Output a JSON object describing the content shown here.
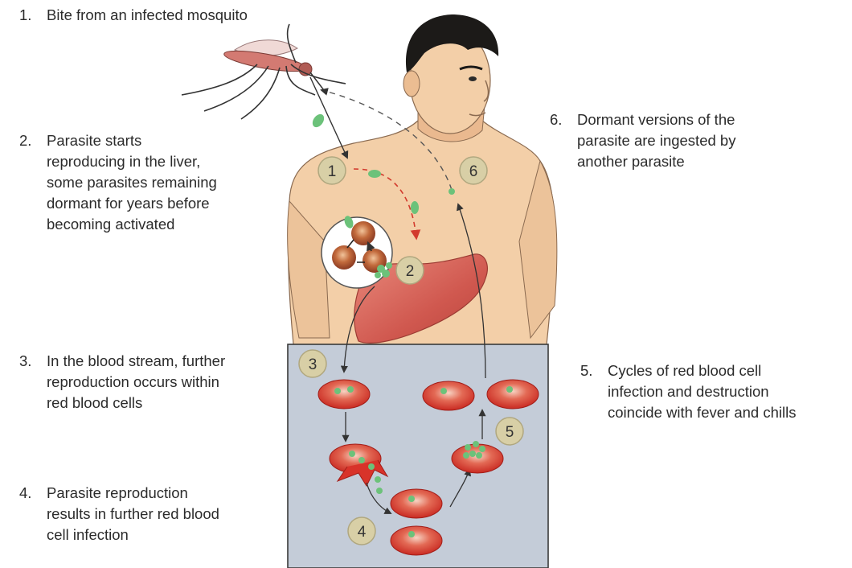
{
  "captions": [
    {
      "num": "1.",
      "lines": [
        "Bite from an infected mosquito"
      ]
    },
    {
      "num": "2.",
      "lines": [
        "Parasite starts",
        "reproducing in the liver,",
        "some parasites remaining",
        "dormant for years before",
        "becoming activated"
      ]
    },
    {
      "num": "3.",
      "lines": [
        "In the blood stream, further",
        "reproduction occurs within",
        "red blood cells"
      ]
    },
    {
      "num": "4.",
      "lines": [
        "Parasite reproduction",
        "results in further red blood",
        "cell infection"
      ]
    },
    {
      "num": "5.",
      "lines": [
        "Cycles of red blood cell",
        "infection and destruction",
        "coincide with fever and chills"
      ]
    },
    {
      "num": "6.",
      "lines": [
        "Dormant versions of the",
        "parasite are ingested by",
        "another parasite"
      ]
    }
  ],
  "badges": [
    "1",
    "2",
    "3",
    "4",
    "5",
    "6"
  ],
  "colors": {
    "skin": "#f3cfa8",
    "skin_shadow": "#e6b98e",
    "hair": "#1c1a18",
    "liver": "#d0584f",
    "liver_light": "#e98a7c",
    "rbc": "#d8332a",
    "rbc_highlight": "#f6c9b8",
    "parasite": "#6cc27a",
    "blood_panel": "#c4ccd8",
    "badge_fill": "#d8cfa6",
    "badge_stroke": "#b0a77f",
    "arrow_red": "#d23b2e",
    "line_dark": "#333333"
  }
}
